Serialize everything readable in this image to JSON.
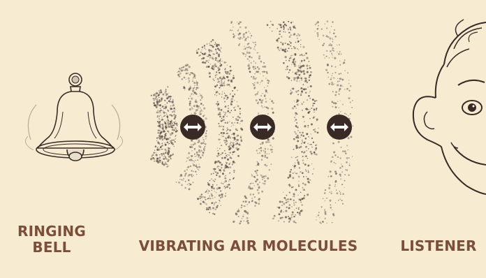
{
  "labels": {
    "bell_line1": "RINGING",
    "bell_line2": "BELL",
    "air": "VIBRATING AIR MOLECULES",
    "listener": "LISTENER"
  },
  "colors": {
    "background": "#f7ecd2",
    "label": "#7a4e3a",
    "ink": "#3a2a26",
    "speckle": "#5a4a48"
  },
  "icons": [
    "bell-icon",
    "vibrating-particle-icon",
    "face-icon"
  ]
}
